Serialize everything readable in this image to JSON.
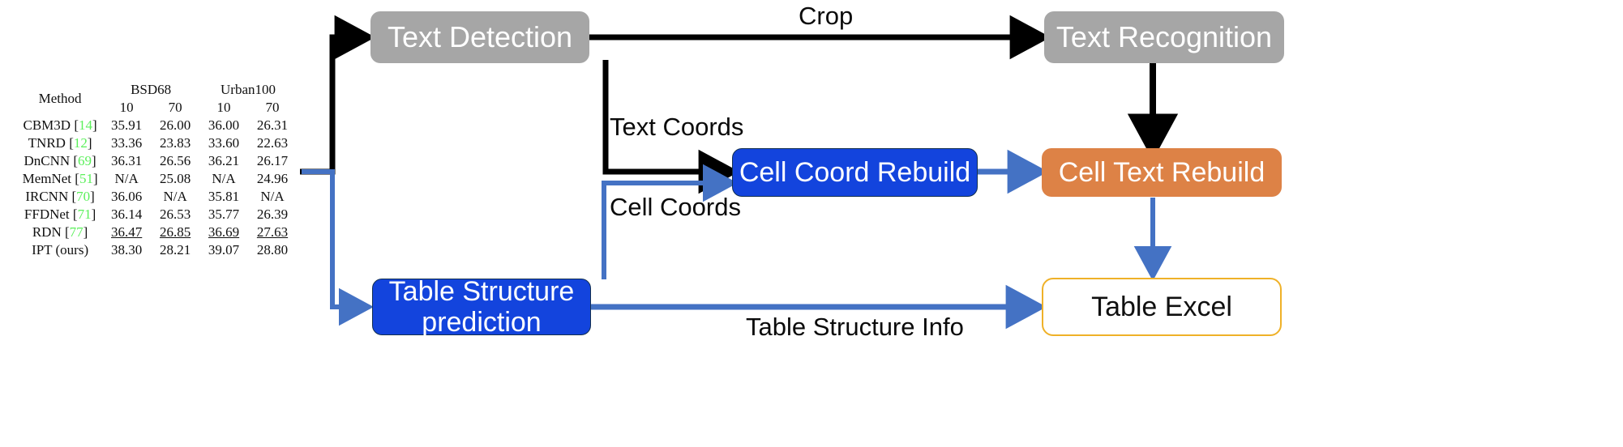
{
  "diagram": {
    "title": "Table recognition pipeline",
    "colors": {
      "gray_node": "#a6a6a6",
      "blue_node": "#1344dd",
      "orange_node": "#dd8246",
      "excel_outline": "#efb128",
      "blue_arrow": "#4472c4",
      "black_arrow": "#000000",
      "reference_green": "#5bf05b"
    },
    "nodes": [
      {
        "id": "text-detection",
        "label": "Text Detection",
        "style": "gray"
      },
      {
        "id": "text-recognition",
        "label": "Text Recognition",
        "style": "gray"
      },
      {
        "id": "cell-coord-rebuild",
        "label": "Cell Coord Rebuild",
        "style": "blue"
      },
      {
        "id": "cell-text-rebuild",
        "label": "Cell Text Rebuild",
        "style": "orange"
      },
      {
        "id": "table-structure-prediction",
        "line1": "Table Structure",
        "line2": "prediction",
        "style": "blue"
      },
      {
        "id": "table-excel",
        "label": "Table Excel",
        "style": "outline"
      }
    ],
    "edge_labels": [
      {
        "id": "crop",
        "text": "Crop"
      },
      {
        "id": "text-coords",
        "text": "Text Coords"
      },
      {
        "id": "cell-coords",
        "text": "Cell Coords"
      },
      {
        "id": "table-structure-info",
        "text": "Table Structure Info"
      }
    ]
  },
  "paper_table": {
    "column_headers_top": [
      "Method",
      "BSD68",
      "Urban100"
    ],
    "column_headers_sub": [
      "10",
      "70",
      "10",
      "70"
    ],
    "rows": [
      {
        "method": "CBM3D",
        "ref": "14",
        "values": [
          "35.91",
          "26.00",
          "36.00",
          "26.31"
        ]
      },
      {
        "method": "TNRD",
        "ref": "12",
        "values": [
          "33.36",
          "23.83",
          "33.60",
          "22.63"
        ]
      },
      {
        "method": "DnCNN",
        "ref": "69",
        "values": [
          "36.31",
          "26.56",
          "36.21",
          "26.17"
        ]
      },
      {
        "method": "MemNet",
        "ref": "51",
        "values": [
          "N/A",
          "25.08",
          "N/A",
          "24.96"
        ]
      },
      {
        "method": "IRCNN",
        "ref": "70",
        "values": [
          "36.06",
          "N/A",
          "35.81",
          "N/A"
        ]
      },
      {
        "method": "FFDNet",
        "ref": "71",
        "values": [
          "36.14",
          "26.53",
          "35.77",
          "26.39"
        ]
      },
      {
        "method": "RDN",
        "ref": "77",
        "values": [
          "36.47",
          "26.85",
          "36.69",
          "27.63"
        ]
      }
    ],
    "final_row": {
      "method": "IPT (ours)",
      "ref": "",
      "values": [
        "38.30",
        "28.21",
        "39.07",
        "28.80"
      ]
    }
  }
}
